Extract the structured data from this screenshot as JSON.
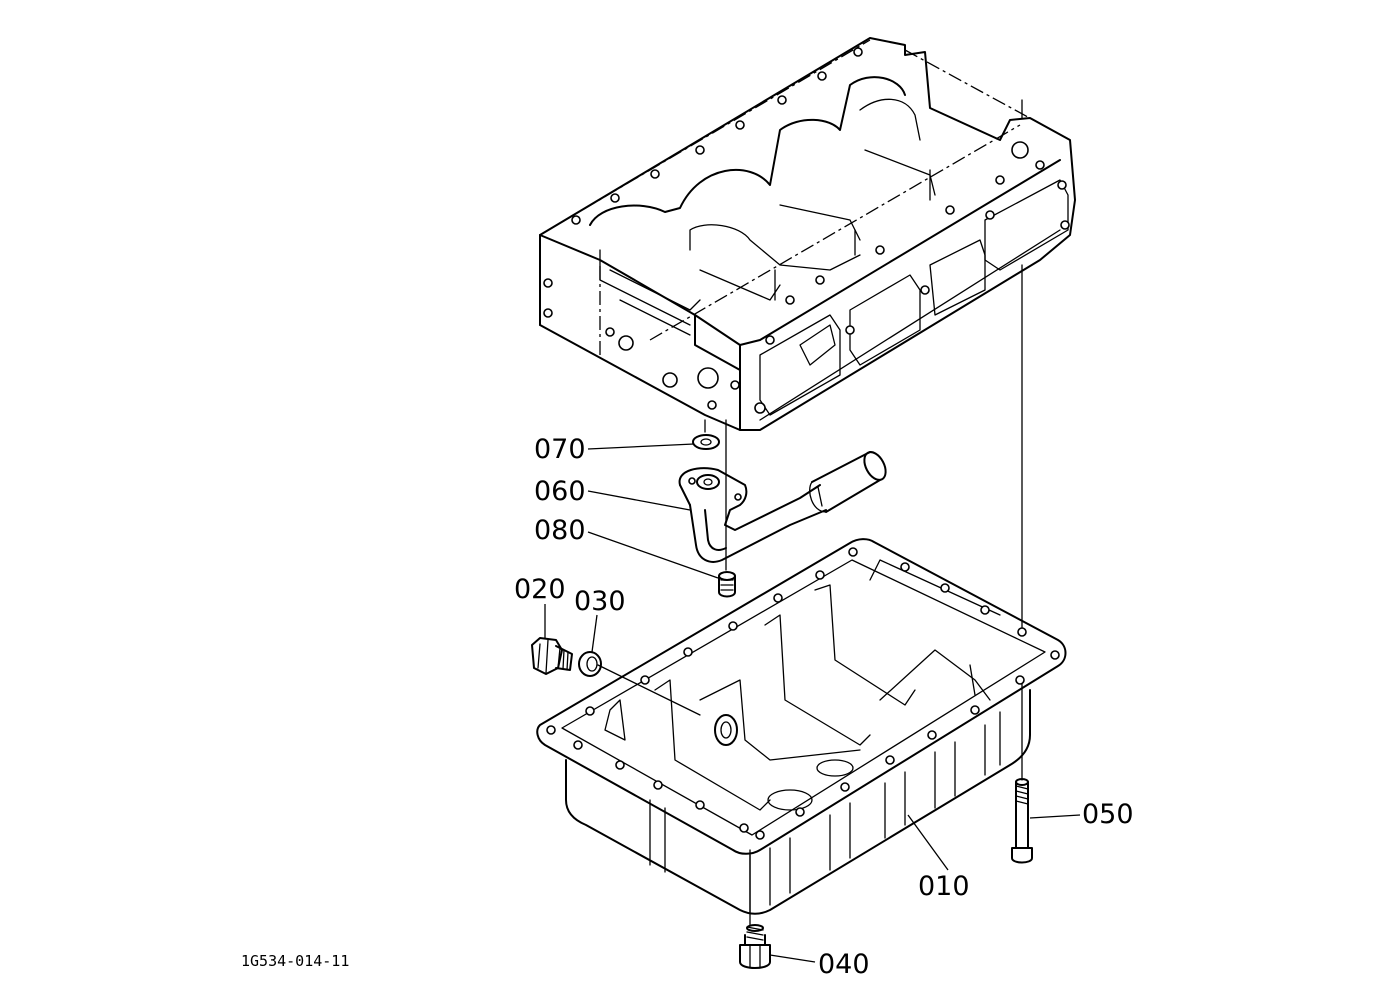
{
  "figure_id": "1G534-014-11",
  "callouts": {
    "c010": "010",
    "c020": "020",
    "c030": "030",
    "c040": "040",
    "c050": "050",
    "c060": "060",
    "c070": "070",
    "c080": "080"
  }
}
